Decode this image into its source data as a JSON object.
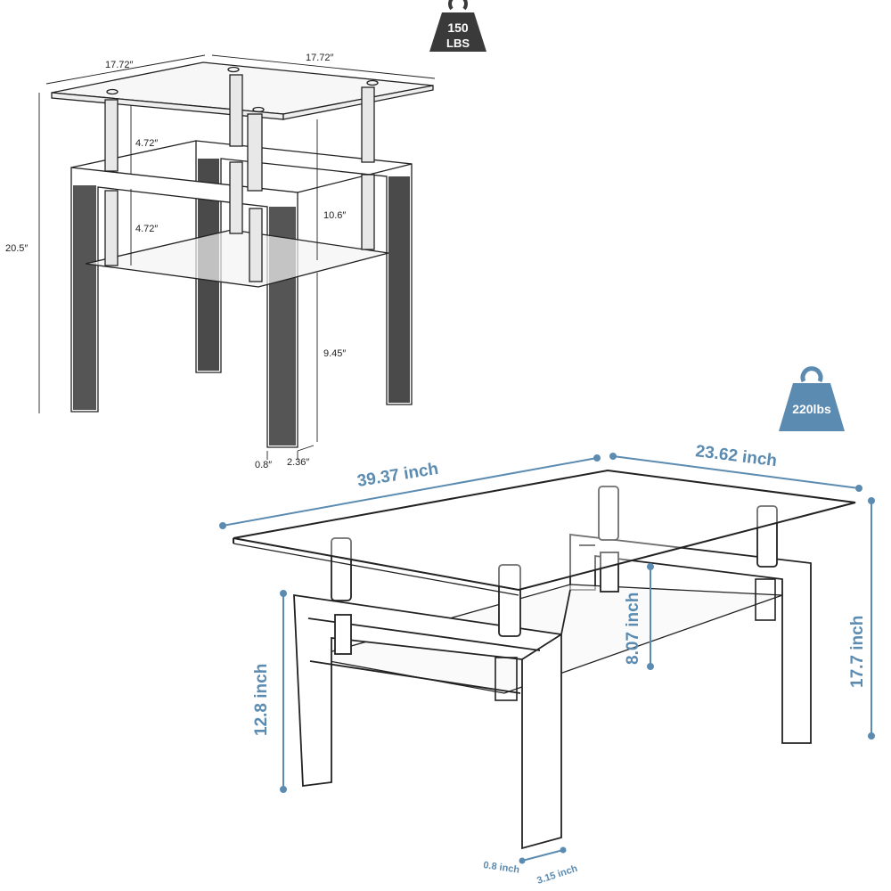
{
  "end_table": {
    "weight_badge": {
      "line1": "150",
      "line2": "LBS",
      "color": "#3a3a3a"
    },
    "dimensions": {
      "width_left": "17.72″",
      "width_right": "17.72″",
      "total_height": "20.5″",
      "upper_gap": "4.72″",
      "lower_gap": "4.72″",
      "shelf_to_top": "10.6″",
      "shelf_to_floor": "9.45″",
      "leg_thickness": "0.8″",
      "leg_width": "2.36″"
    }
  },
  "coffee_table": {
    "weight_badge": {
      "label": "220lbs",
      "color": "#5b8bb0"
    },
    "dimensions": {
      "length": "39.37 inch",
      "depth": "23.62 inch",
      "total_height": "17.7 inch",
      "shelf_height": "12.8 inch",
      "shelf_gap": "8.07 inch",
      "leg_thickness": "0.8 inch",
      "leg_width": "3.15 inch"
    }
  },
  "colors": {
    "dimension_blue": "#5b8bb0",
    "line_dark": "#222222",
    "leg_fill": "#4a4a4a"
  }
}
